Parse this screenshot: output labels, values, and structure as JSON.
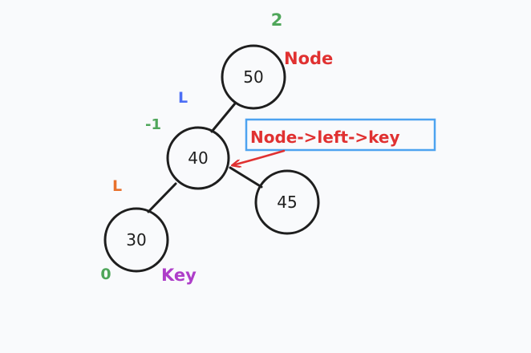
{
  "colors": {
    "background": "#f9fafc",
    "stroke": "#1e1e1e",
    "green": "#4fa65a",
    "red": "#e03131",
    "blue": "#4c6ef5",
    "orange": "#e8712c",
    "purple": "#ae3ec9",
    "callout_border": "#4da3f0"
  },
  "nodes": {
    "n50": "50",
    "n40": "40",
    "n45": "45",
    "n30": "30"
  },
  "labels": {
    "balance_50": "2",
    "balance_40": "-1",
    "balance_30": "0",
    "node": "Node",
    "key": "Key",
    "left_1": "L",
    "left_2": "L",
    "callout": "Node->left->key"
  }
}
